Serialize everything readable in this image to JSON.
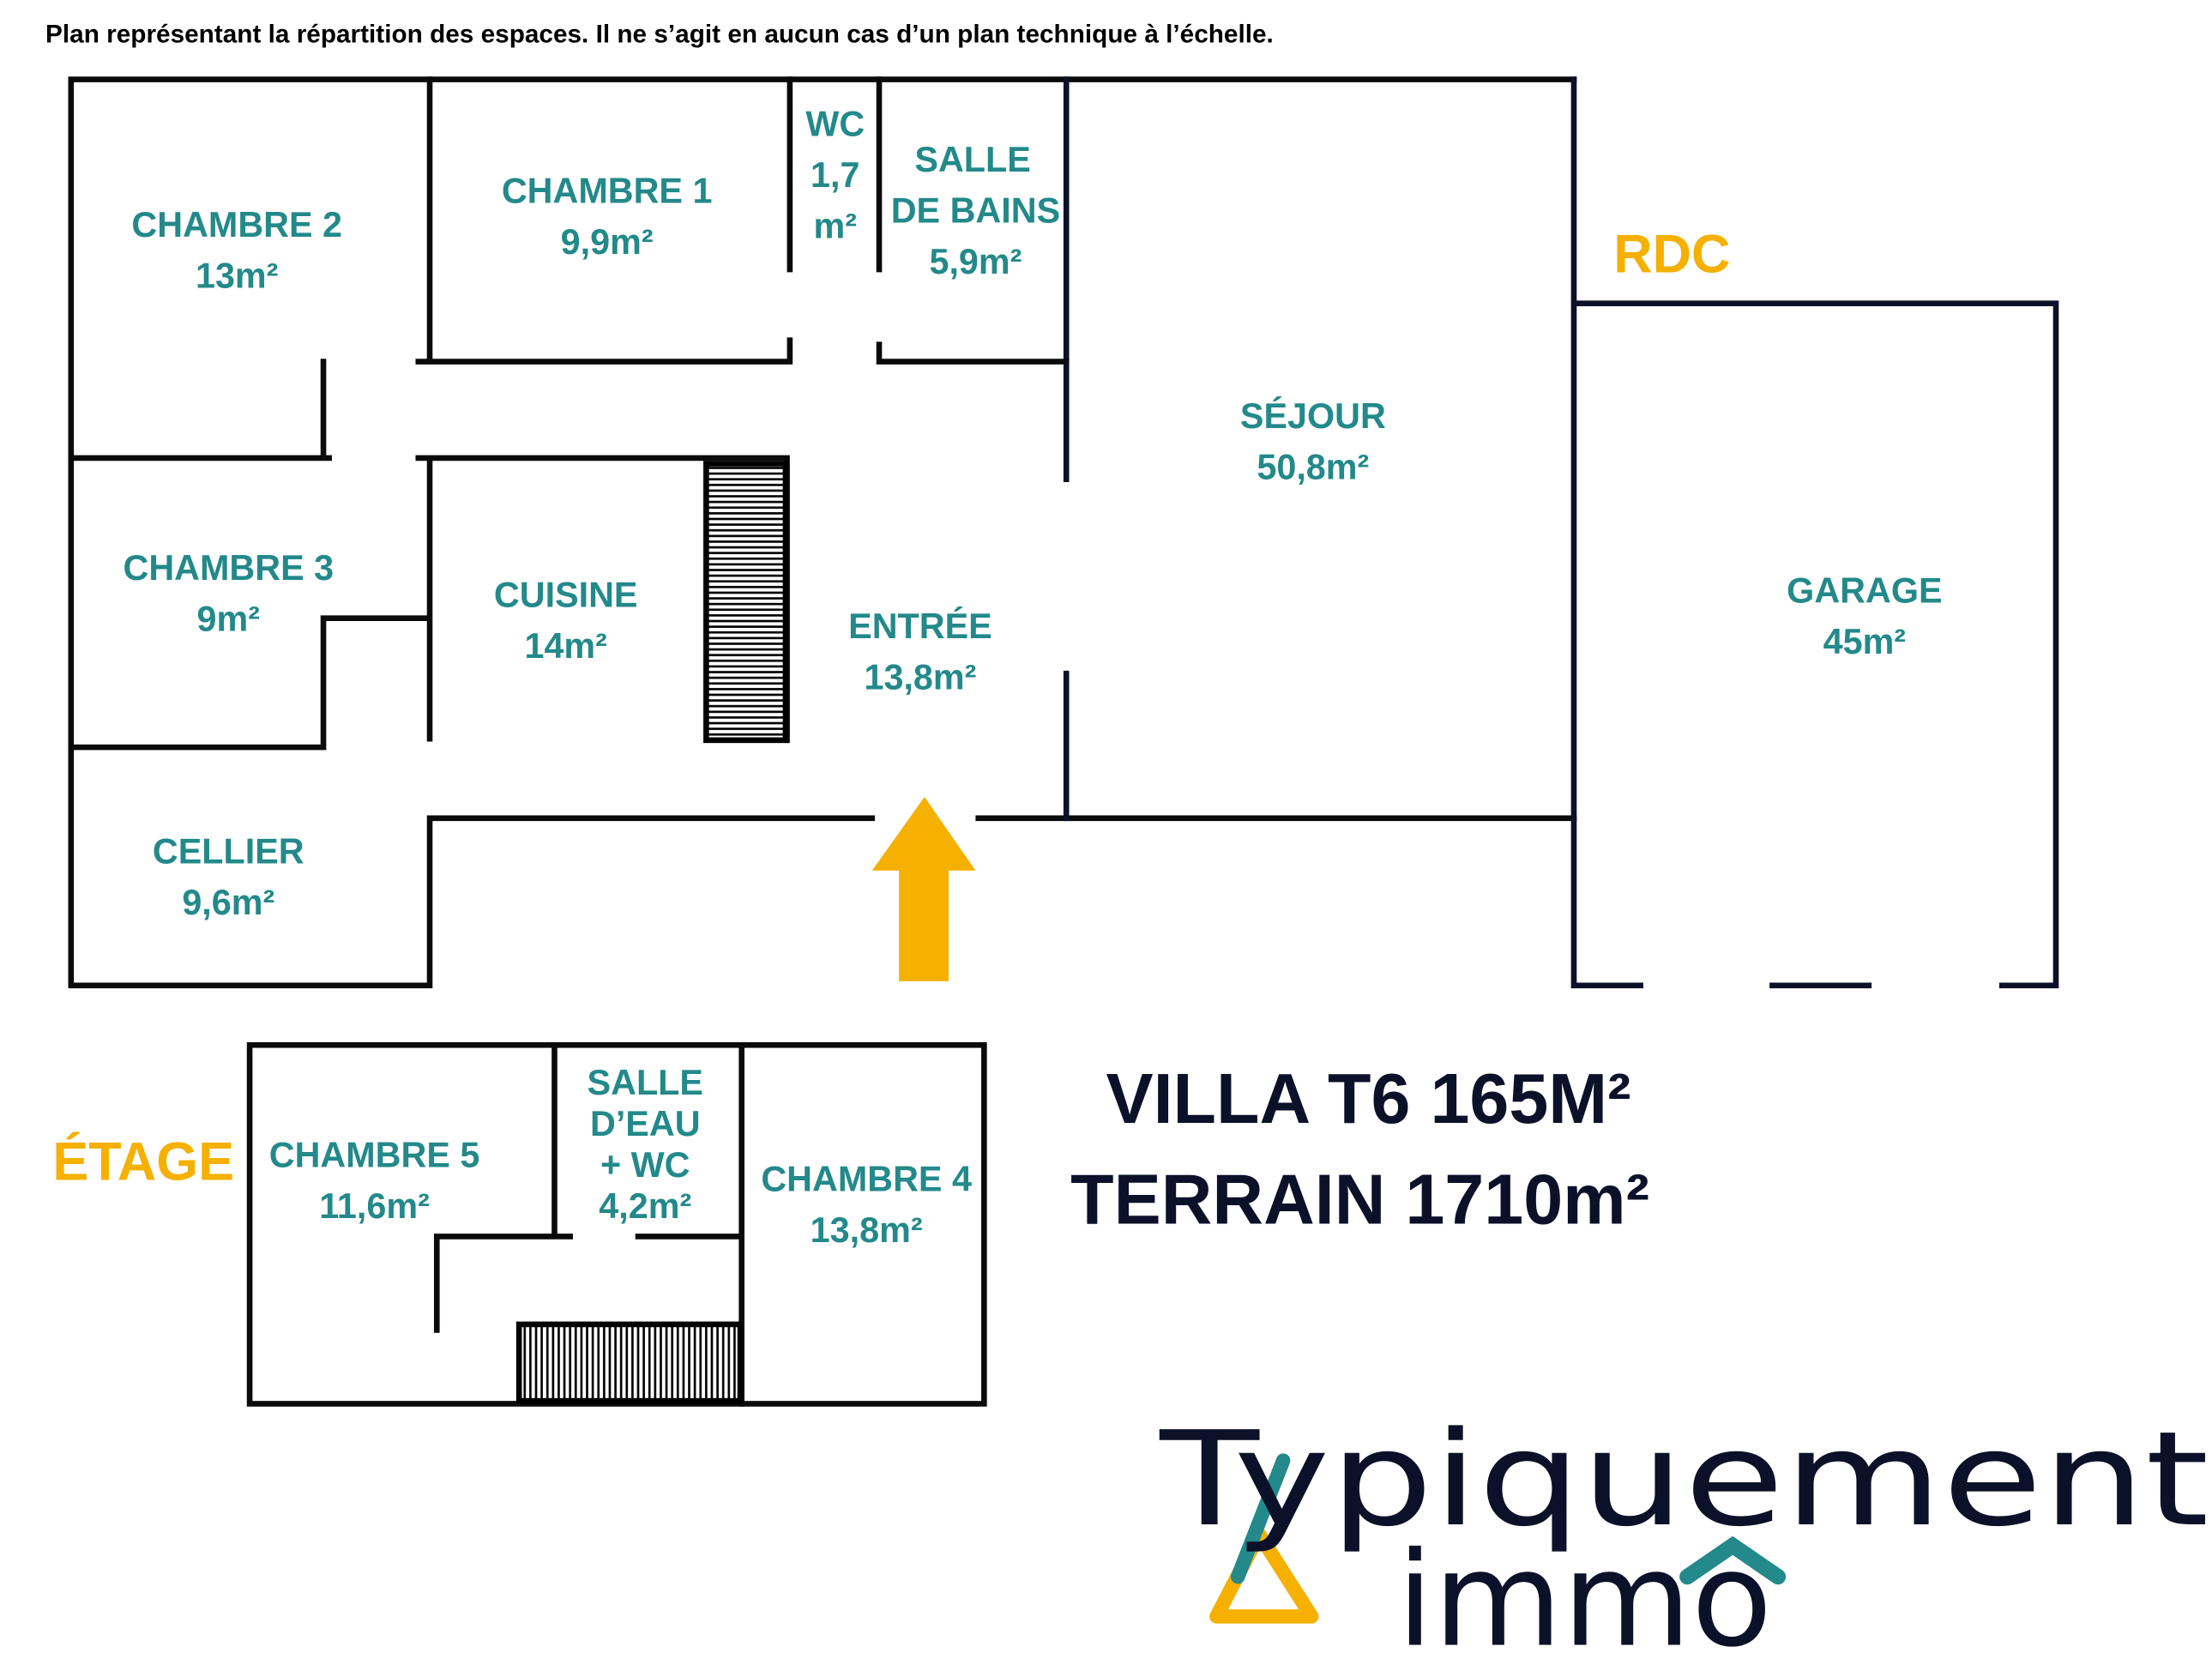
{
  "disclaimer": "Plan représentant la répartition des espaces. Il ne s’agit en aucun cas d’un plan technique à l’échelle.",
  "levels": {
    "ground": "RDC",
    "upper": "ÉTAGE"
  },
  "rooms": {
    "chambre2": {
      "name": "CHAMBRE 2",
      "area": "13m²"
    },
    "chambre1": {
      "name": "CHAMBRE 1",
      "area": "9,9m²"
    },
    "wc": {
      "name": "WC",
      "area1": "1,7",
      "area2": "m²"
    },
    "sdb": {
      "name1": "SALLE",
      "name2": "DE BAINS",
      "area": "5,9m²"
    },
    "sejour": {
      "name": "SÉJOUR",
      "area": "50,8m²"
    },
    "garage": {
      "name": "GARAGE",
      "area": "45m²"
    },
    "chambre3": {
      "name": "CHAMBRE 3",
      "area": "9m²"
    },
    "cuisine": {
      "name": "CUISINE",
      "area": "14m²"
    },
    "entree": {
      "name": "ENTRÉE",
      "area": "13,8m²"
    },
    "cellier": {
      "name": "CELLIER",
      "area": "9,6m²"
    },
    "chambre5": {
      "name": "CHAMBRE 5",
      "area": "11,6m²"
    },
    "sde": {
      "name1": "SALLE",
      "name2": "D’EAU",
      "name3": "+ WC",
      "area": "4,2m²"
    },
    "chambre4": {
      "name": "CHAMBRE 4",
      "area": "13,8m²"
    }
  },
  "summary": {
    "line1": "VILLA T6 165M²",
    "line2": "TERRAIN 1710m²"
  },
  "logo": {
    "word1": "Typiquement",
    "word2": "immo"
  },
  "colors": {
    "teal": "#23898a",
    "orange": "#f5b000",
    "navy": "#0b1128"
  }
}
